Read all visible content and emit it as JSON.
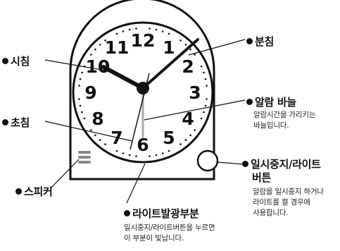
{
  "labels": {
    "minute_hand": "분침",
    "hour_hand": "시침",
    "alarm_needle": "알람 바늘",
    "alarm_needle_desc_1": "알람시간을 가리키는",
    "alarm_needle_desc_2": "바늘입니다.",
    "second_hand": "초침",
    "pause_light_button_1": "일시중지/라이트",
    "pause_light_button_2": "버튼",
    "pause_light_desc_1": "알람을 일시중지 하거나",
    "pause_light_desc_2": "라이트를 켤 경우에",
    "pause_light_desc_3": "사용합니다.",
    "speaker": "스피커",
    "light_part": "라이트발광부분",
    "light_part_desc_1": "일시중지/라이트버튼을 누르면",
    "light_part_desc_2": "이 부분이 빛납니다."
  },
  "dial_numbers": [
    "12",
    "1",
    "2",
    "3",
    "4",
    "5",
    "6",
    "7",
    "8",
    "9",
    "10",
    "11"
  ],
  "colors": {
    "ink": "#111111",
    "alarm_hand": "#aaaaaa",
    "background": "#ffffff"
  }
}
